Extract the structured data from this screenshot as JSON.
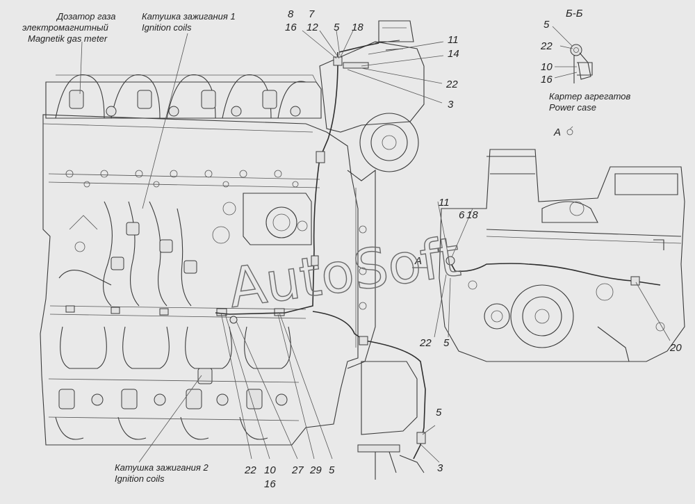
{
  "captions": {
    "gas_meter_ru_1": "Дозатор газа",
    "gas_meter_ru_2": "электромагнитный",
    "gas_meter_en": "Magnetik gas meter",
    "coil1_ru": "Катушка зажигания 1",
    "coil1_en": "Ignition coils",
    "coil2_ru": "Катушка зажигания 2",
    "coil2_en": "Ignition coils",
    "section_title": "Б-Б",
    "power_case_ru": "Картер агрегатов",
    "power_case_en": "Power case",
    "view_a": "A",
    "view_a_marker": "A"
  },
  "callouts": {
    "top_8": "8",
    "top_7": "7",
    "top_16": "16",
    "top_12": "12",
    "top_5": "5",
    "top_18": "18",
    "r_11": "11",
    "r_14": "14",
    "r_22": "22",
    "r_3": "3",
    "bb_5": "5",
    "bb_22": "22",
    "bb_10": "10",
    "bb_16": "16",
    "va_11": "11",
    "va_6": "6",
    "va_18": "18",
    "va_22": "22",
    "va_5": "5",
    "va_20": "20",
    "mr_5": "5",
    "mr_3": "3",
    "b_22": "22",
    "b_10": "10",
    "b_27": "27",
    "b_29": "29",
    "b_5": "5",
    "b_16": "16"
  },
  "watermark": "AutoSoft"
}
